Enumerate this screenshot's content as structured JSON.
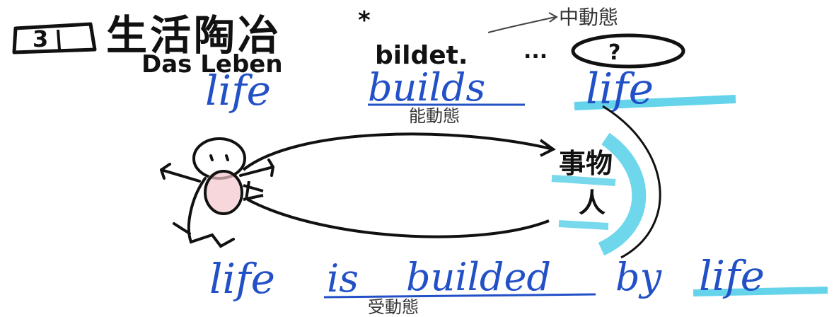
{
  "section": {
    "number": "3",
    "title": "生活陶冶",
    "asterisk": "*"
  },
  "german": {
    "das_leben": "Das Leben",
    "bildet": "bildet.",
    "ellipsis": "...",
    "unknown_mark": "?"
  },
  "middle_voice_label": "中動態",
  "active": {
    "word1": "life",
    "word2": "builds",
    "word3": "life",
    "label": "能動態"
  },
  "figure_label": {
    "line1": "事物",
    "line2": "人"
  },
  "passive": {
    "word1": "life",
    "word2": "is",
    "word3": "builded",
    "word4": "by",
    "word5": "life",
    "label": "受動態"
  },
  "colors": {
    "ink": "#111111",
    "blue_ink": "#2250c7",
    "highlighter": "#3ec9e6",
    "blush": "#f4c6cc"
  }
}
